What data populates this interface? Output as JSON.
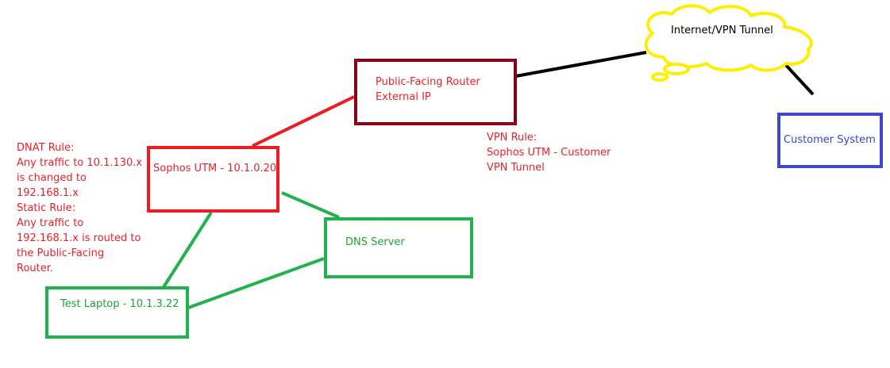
{
  "nodes": {
    "router": {
      "line1": "Public-Facing Router",
      "line2": "External IP"
    },
    "utm": {
      "label": "Sophos UTM - 10.1.0.20"
    },
    "dns": {
      "label": "DNS Server"
    },
    "laptop": {
      "label": "Test Laptop - 10.1.3.22"
    },
    "customer": {
      "label": "Customer System"
    },
    "cloud": {
      "label": "Internet/VPN Tunnel"
    }
  },
  "notes": {
    "dnat": {
      "lines": [
        "DNAT Rule:",
        "Any traffic to 10.1.130.x",
        "is changed to",
        "192.168.1.x",
        "Static Rule:",
        "Any traffic to",
        "192.168.1.x is routed to",
        "the Public-Facing",
        "Router."
      ]
    },
    "vpn": {
      "lines": [
        "VPN Rule:",
        "Sophos UTM - Customer",
        "VPN Tunnel"
      ]
    }
  },
  "colors": {
    "router_border": "#880015",
    "utm_border": "#ed1c24",
    "green_border": "#22b14c",
    "customer_border": "#3f48cc",
    "cloud_border": "#ffee00",
    "link_black": "#000000"
  }
}
